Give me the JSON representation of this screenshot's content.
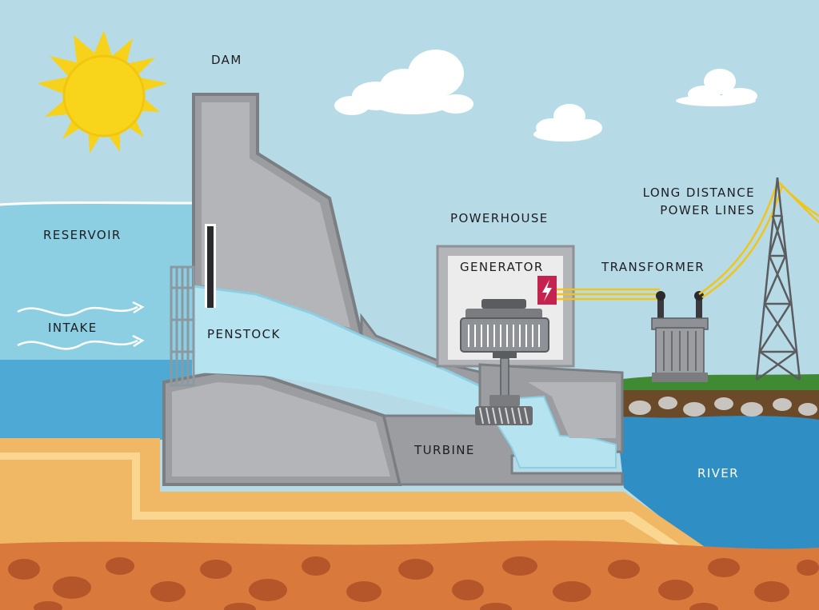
{
  "labels": {
    "dam": "DAM",
    "reservoir": "RESERVOIR",
    "intake": "INTAKE",
    "penstock": "PENSTOCK",
    "powerhouse": "POWERHOUSE",
    "generator": "GENERATOR",
    "transformer": "TRANSFORMER",
    "power_lines_1": "LONG DISTANCE",
    "power_lines_2": "POWER LINES",
    "turbine": "TURBINE",
    "river": "RIVER"
  },
  "colors": {
    "sky": "#b7dbe6",
    "reservoir_water": "#8ccfe3",
    "penstock_water": "#b5e3f0",
    "river_water": "#2f8fc4",
    "concrete": "#9b9da0",
    "concrete_light": "#b3b5b8",
    "sand": "#f0b864",
    "soil": "#d9793c",
    "sun": "#f7d21c",
    "grass": "#3f8a32",
    "generator_badge": "#c4224f"
  }
}
